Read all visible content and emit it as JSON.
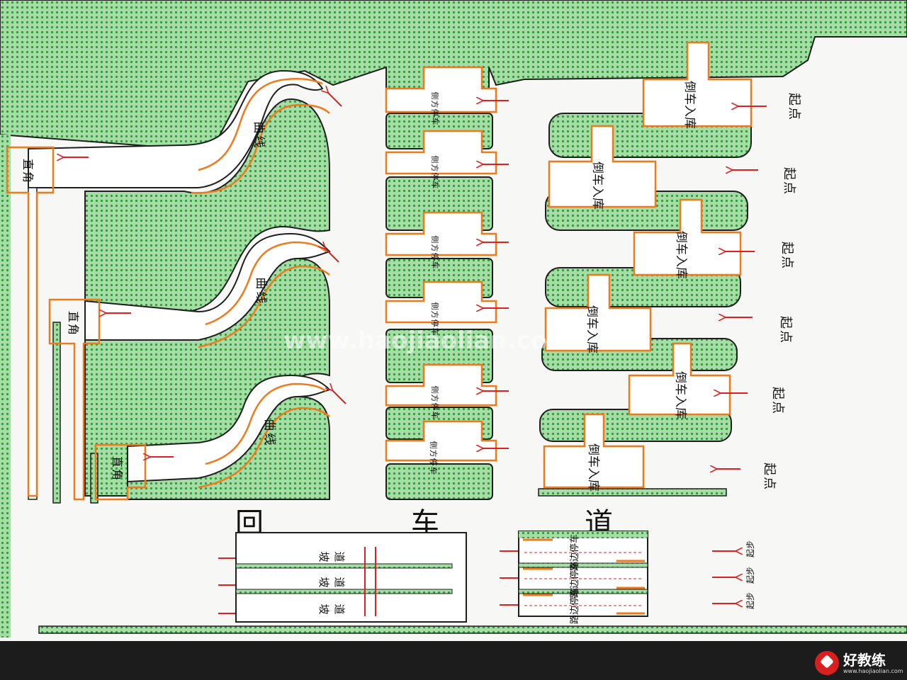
{
  "labels": {
    "zhijiao": [
      "直",
      "角"
    ],
    "quxian": [
      "曲",
      "线"
    ],
    "cefang": [
      "侧",
      "方",
      "停",
      "车"
    ],
    "daoche": "倒车入库",
    "qidian": [
      "起",
      "点"
    ],
    "podao": [
      "坡",
      "道"
    ],
    "qibu": "起步",
    "lubian": "路边停车"
  },
  "return_road": [
    "回",
    "车",
    "道"
  ],
  "watermark": "www.haojiaolian.com",
  "brand": {
    "name": "好教练",
    "url": "www.haojiaolian.com"
  },
  "colors": {
    "background": "#ffffff",
    "green_area": "#8fd08f",
    "green_dot": "#2c9a36",
    "road_outline": "#1f1f1f",
    "orange_line": "#f07a1a",
    "arrow": "#e02020"
  }
}
